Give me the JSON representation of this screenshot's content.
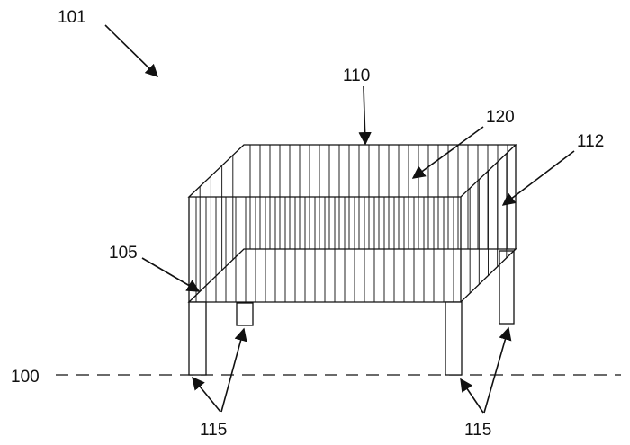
{
  "labels": {
    "assembly": "101",
    "ground": "100",
    "top_slats": "110",
    "interior": "120",
    "side_slats": "112",
    "lower_frame": "105",
    "legs_left": "115",
    "legs_right": "115"
  },
  "colors": {
    "line": "#111111",
    "background": "#ffffff"
  }
}
